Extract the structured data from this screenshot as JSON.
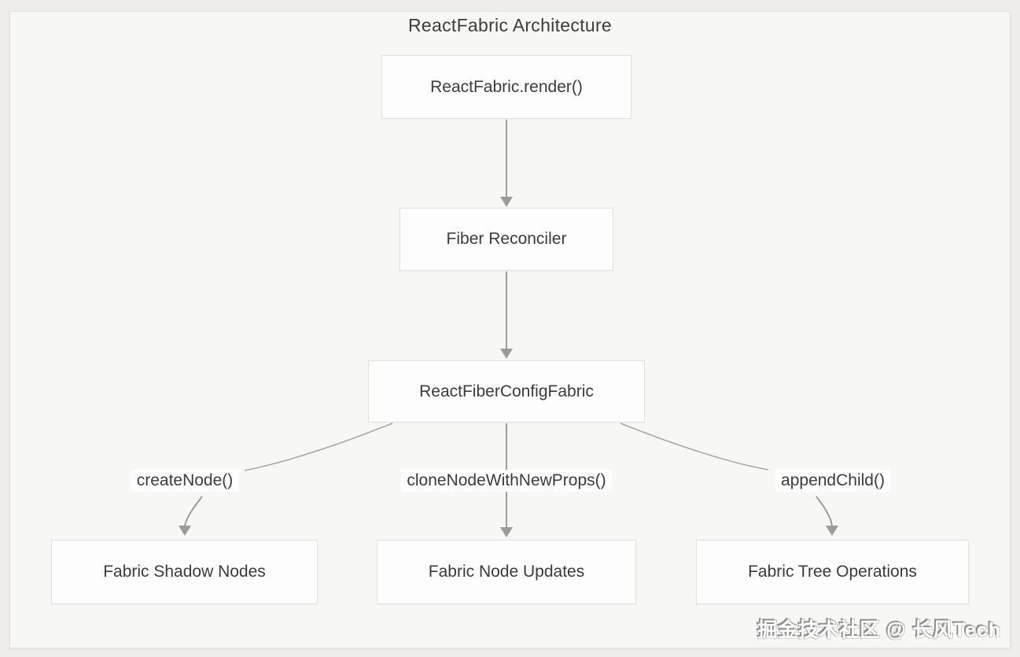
{
  "page": {
    "title": "ReactFabric Architecture",
    "watermark": "掘金技术社区 @ 长风Tech"
  },
  "nodes": {
    "render": {
      "label": "ReactFabric.render()"
    },
    "reconciler": {
      "label": "Fiber Reconciler"
    },
    "config": {
      "label": "ReactFiberConfigFabric"
    },
    "shadow": {
      "label": "Fabric Shadow Nodes"
    },
    "updates": {
      "label": "Fabric Node Updates"
    },
    "treeops": {
      "label": "Fabric Tree Operations"
    }
  },
  "edge_labels": {
    "create_node": "createNode()",
    "clone_node": "cloneNodeWithNewProps()",
    "append_child": "appendChild()"
  },
  "edges": [
    {
      "from": "render",
      "to": "reconciler",
      "label": ""
    },
    {
      "from": "reconciler",
      "to": "config",
      "label": ""
    },
    {
      "from": "config",
      "to": "shadow",
      "label": "createNode()"
    },
    {
      "from": "config",
      "to": "updates",
      "label": "cloneNodeWithNewProps()"
    },
    {
      "from": "config",
      "to": "treeops",
      "label": "appendChild()"
    }
  ],
  "colors": {
    "outer_background": "#efedea",
    "panel_background": "#f7f7f6",
    "node_background": "#fdfdfd",
    "node_border": "#e2e1e0",
    "text": "#3b3b3b",
    "connector": "#9c9c9c"
  }
}
